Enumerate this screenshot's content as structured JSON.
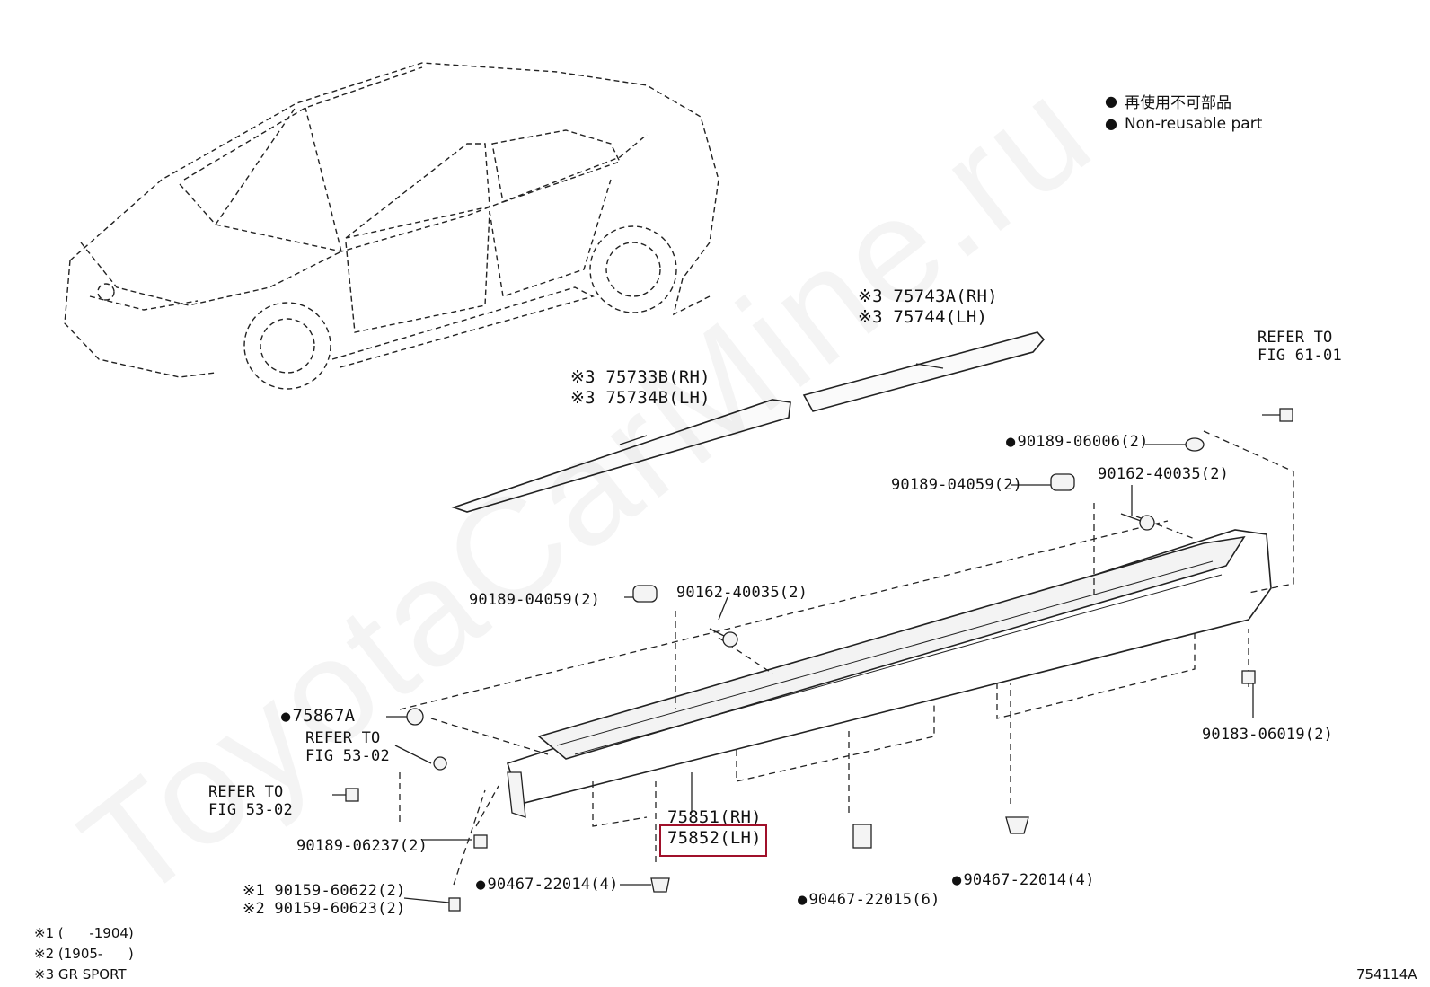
{
  "legend": {
    "jp": "再使用不可部品",
    "en": "Non-reusable part"
  },
  "watermark": "ToyotaCarMine.ru",
  "figure_code": "754114A",
  "parts": {
    "p75743A": "※3 75743A(RH)",
    "p75744": "※3 75744(LH)",
    "p75733B": "※3 75733B(RH)",
    "p75734B": "※3 75734B(LH)",
    "refer_6101_a": "REFER TO",
    "refer_6101_b": "FIG 61-01",
    "p90189_06006": "90189-06006(2)",
    "p90189_04059_r": "90189-04059(2)",
    "p90162_40035_r": "90162-40035(2)",
    "p90189_04059_l": "90189-04059(2)",
    "p90162_40035_l": "90162-40035(2)",
    "p75867A": "75867A",
    "refer_5302a_a": "REFER TO",
    "refer_5302a_b": "FIG 53-02",
    "refer_5302b_a": "REFER TO",
    "refer_5302b_b": "FIG 53-02",
    "p90189_06237": "90189-06237(2)",
    "p90159_60622": "※1 90159-60622(2)",
    "p90159_60623": "※2 90159-60623(2)",
    "p90467_22014_l": "90467-22014(4)",
    "p75851": "75851(RH)",
    "p75852": "75852(LH)",
    "p90467_22015": "90467-22015(6)",
    "p90467_22014_r": "90467-22014(4)",
    "p90183_06019": "90183-06019(2)"
  },
  "notes": {
    "n1": "※1 (      -1904)",
    "n2": "※2 (1905-      )",
    "n3": "※3 GR SPORT"
  },
  "highlighted_part": "75852(LH)"
}
